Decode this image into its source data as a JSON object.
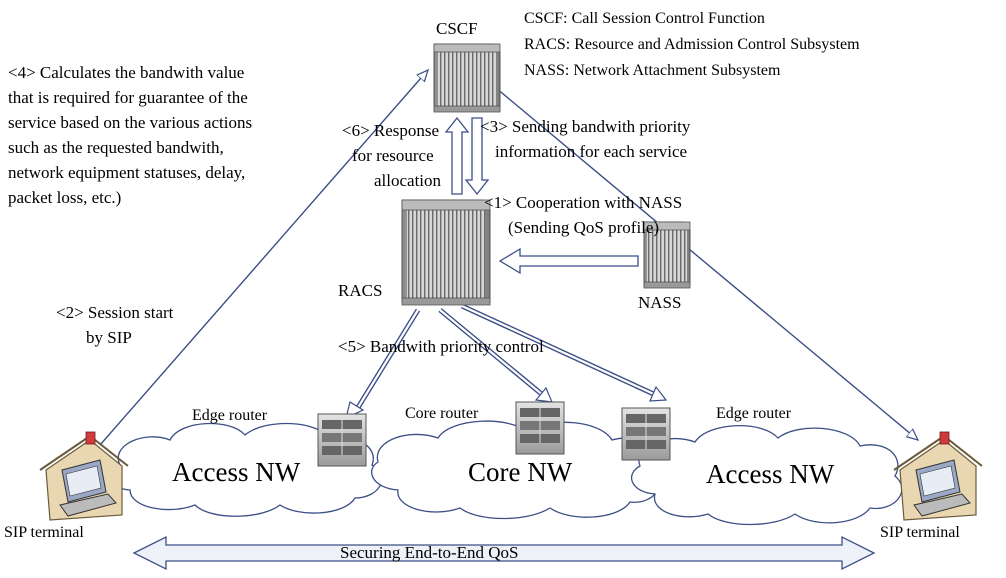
{
  "legend": {
    "line1": "CSCF: Call Session Control Function",
    "line2": "RACS: Resource and Admission Control Subsystem",
    "line3": "NASS: Network Attachment Subsystem"
  },
  "nodes": {
    "cscf": "CSCF",
    "racs": "RACS",
    "nass": "NASS",
    "edge_router_left": "Edge router",
    "core_router": "Core router",
    "edge_router_right": "Edge router",
    "sip_terminal_left": "SIP terminal",
    "sip_terminal_right": "SIP terminal"
  },
  "networks": {
    "access_left": "Access NW",
    "core": "Core NW",
    "access_right": "Access NW"
  },
  "steps": {
    "s1_line1": "<1> Cooperation with NASS",
    "s1_line2": "(Sending QoS profile)",
    "s2_line1": "<2> Session start",
    "s2_line2": "by SIP",
    "s3_line1": "<3> Sending bandwith priority",
    "s3_line2": "information for each service",
    "s4_line1": "<4> Calculates the bandwith value",
    "s4_line2": "that is required for guarantee of the",
    "s4_line3": "service based on the various actions",
    "s4_line4": "such as the requested bandwith,",
    "s4_line5": "network equipment statuses, delay,",
    "s4_line6": "packet loss, etc.)",
    "s5": "<5> Bandwith priority control",
    "s6_line1": "<6> Response",
    "s6_line2": "for resource",
    "s6_line3": "allocation"
  },
  "qos_label": "Securing End-to-End QoS"
}
